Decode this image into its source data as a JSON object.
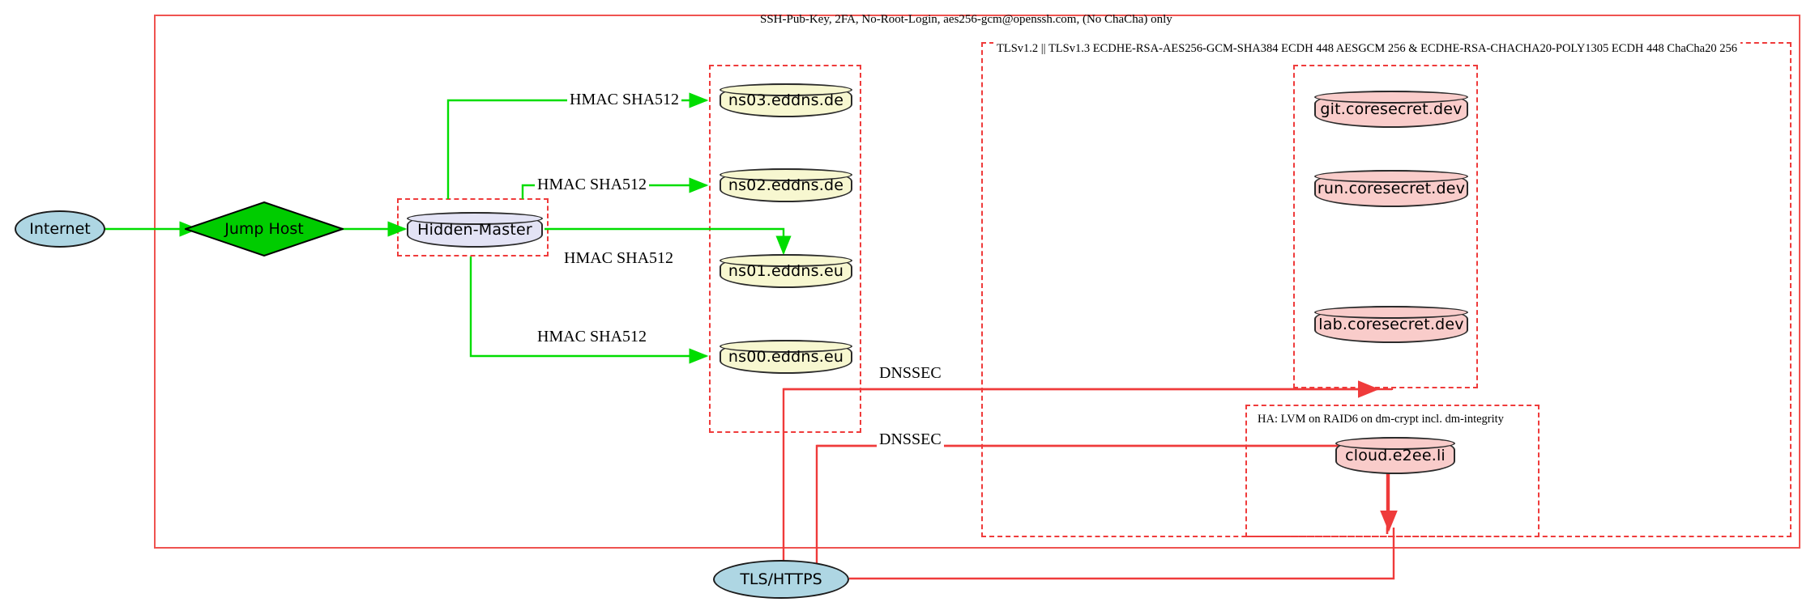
{
  "diagram": {
    "title_label": "SSH-Pub-Key, 2FA, No-Root-Login, aes256-gcm@openssh.com, (No ChaCha) only",
    "tls_label": "TLSv1.2 || TLSv1.3 ECDHE-RSA-AES256-GCM-SHA384 ECDH 448 AESGCM 256 & ECDHE-RSA-CHACHA20-POLY1305 ECDH 448 ChaCha20 256",
    "ha_label": "HA: LVM on RAID6 on dm-crypt incl. dm-integrity",
    "colors": {
      "flow_green": "#00dd00",
      "flow_red": "#ef3b3b",
      "boundary_red": "#ef5350",
      "ellipse_blue": "#aed6e3",
      "diamond_green": "#00cc00",
      "cyl_yellow": "#f7f7d0",
      "cyl_pink": "#f9ccca",
      "cyl_lavender": "#e3e3f5"
    },
    "nodes": {
      "internet": "Internet",
      "jump_host": "Jump Host",
      "hidden_master": "Hidden-Master",
      "ns03": "ns03.eddns.de",
      "ns02": "ns02.eddns.de",
      "ns01": "ns01.eddns.eu",
      "ns00": "ns00.eddns.eu",
      "git": "git.coresecret.dev",
      "run": "run.coresecret.dev",
      "lab": "lab.coresecret.dev",
      "cloud": "cloud.e2ee.li",
      "tls_https": "TLS/HTTPS"
    },
    "edges": {
      "hmac_ns03": "HMAC SHA512",
      "hmac_ns02": "HMAC SHA512",
      "hmac_ns01": "HMAC SHA512",
      "hmac_ns00": "HMAC SHA512",
      "dnssec_upper": "DNSSEC",
      "dnssec_lower": "DNSSEC"
    }
  }
}
